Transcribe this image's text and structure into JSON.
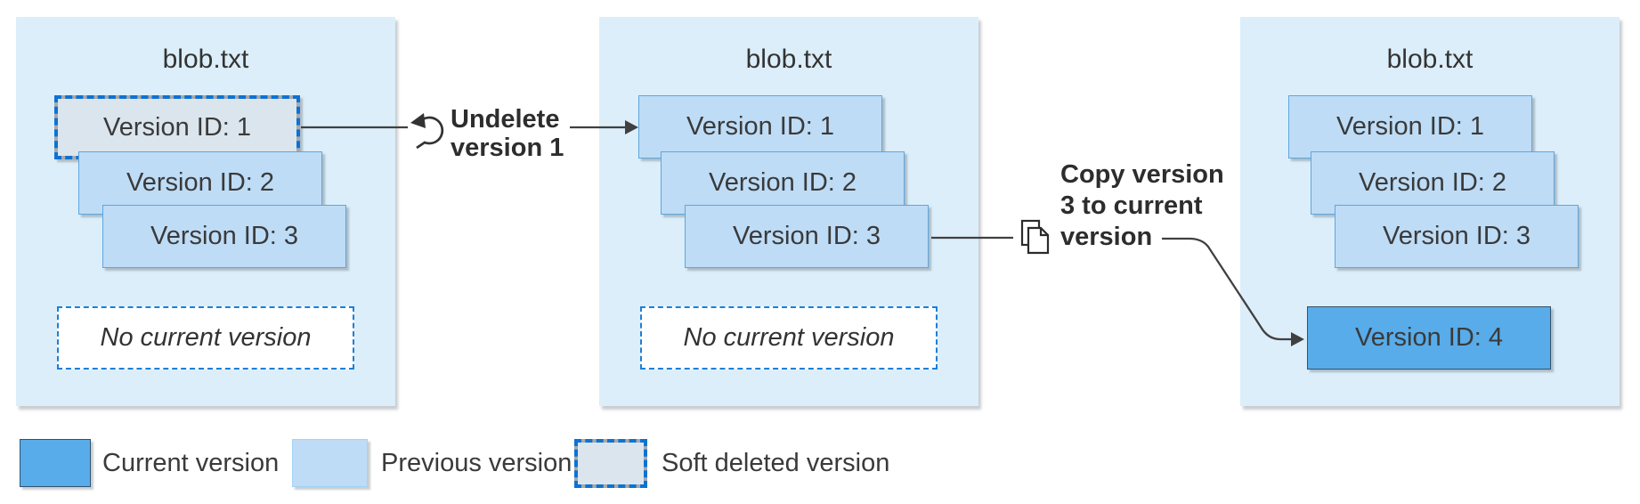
{
  "panels": [
    {
      "title": "blob.txt",
      "versions": [
        {
          "label": "Version ID: 1",
          "state": "soft-deleted"
        },
        {
          "label": "Version ID: 2",
          "state": "previous"
        },
        {
          "label": "Version ID: 3",
          "state": "previous"
        }
      ],
      "placeholder": "No current version"
    },
    {
      "title": "blob.txt",
      "versions": [
        {
          "label": "Version ID: 1",
          "state": "previous"
        },
        {
          "label": "Version ID: 2",
          "state": "previous"
        },
        {
          "label": "Version ID: 3",
          "state": "previous"
        }
      ],
      "placeholder": "No current version"
    },
    {
      "title": "blob.txt",
      "versions": [
        {
          "label": "Version ID: 1",
          "state": "previous"
        },
        {
          "label": "Version ID: 2",
          "state": "previous"
        },
        {
          "label": "Version ID: 3",
          "state": "previous"
        },
        {
          "label": "Version ID: 4",
          "state": "current"
        }
      ]
    }
  ],
  "annotations": {
    "undelete": {
      "icon": "undo-icon",
      "lines": [
        "Undelete",
        "version 1"
      ]
    },
    "copy": {
      "icon": "copy-icon",
      "lines": [
        "Copy version",
        "3 to current",
        "version"
      ]
    }
  },
  "legend": {
    "items": [
      {
        "label": "Current version",
        "type": "current"
      },
      {
        "label": "Previous version",
        "type": "previous"
      },
      {
        "label": "Soft deleted version",
        "type": "soft-deleted"
      }
    ]
  },
  "colors": {
    "panel_bg": "#dceef9",
    "previous_fill": "#bedcf6",
    "current_fill": "#58ace9",
    "soft_deleted_fill": "#dbe5ee",
    "dashed_border_blue": "#0d72d4",
    "dashed_border_gray": "#a9a9a9",
    "connector": "#404040"
  }
}
